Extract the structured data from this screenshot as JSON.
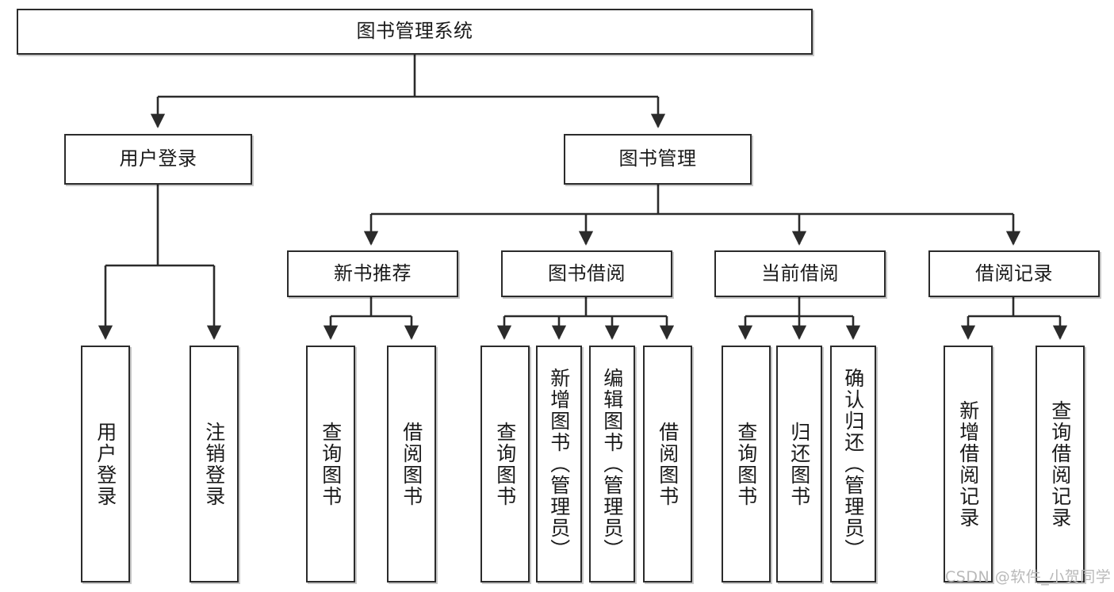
{
  "diagram": {
    "title": "图书管理系统",
    "type": "tree-hierarchy-chart",
    "watermark": "CSDN @软件_小贺同学",
    "colors": {
      "box_border": "#2b2b2b",
      "box_fill": "#ffffff",
      "edge": "#2b2b2b",
      "text": "#1a1a1a",
      "watermark": "#b9b9b9"
    },
    "root": {
      "label": "图书管理系统"
    },
    "level1": [
      {
        "label": "用户登录"
      },
      {
        "label": "图书管理"
      }
    ],
    "level2": [
      {
        "label": "新书推荐"
      },
      {
        "label": "图书借阅"
      },
      {
        "label": "当前借阅"
      },
      {
        "label": "借阅记录"
      }
    ],
    "leaves": {
      "user_login": [
        {
          "label": "用户登录"
        },
        {
          "label": "注销登录"
        }
      ],
      "new_book": [
        {
          "label": "查询图书"
        },
        {
          "label": "借阅图书"
        }
      ],
      "book_borrow": [
        {
          "label": "查询图书"
        },
        {
          "label": "新增图书（管理员）"
        },
        {
          "label": "编辑图书（管理员）"
        },
        {
          "label": "借阅图书"
        }
      ],
      "current_borrow": [
        {
          "label": "查询图书"
        },
        {
          "label": "归还图书"
        },
        {
          "label": "确认归还（管理员）"
        }
      ],
      "borrow_record": [
        {
          "label": "新增借阅记录"
        },
        {
          "label": "查询借阅记录"
        }
      ]
    }
  }
}
